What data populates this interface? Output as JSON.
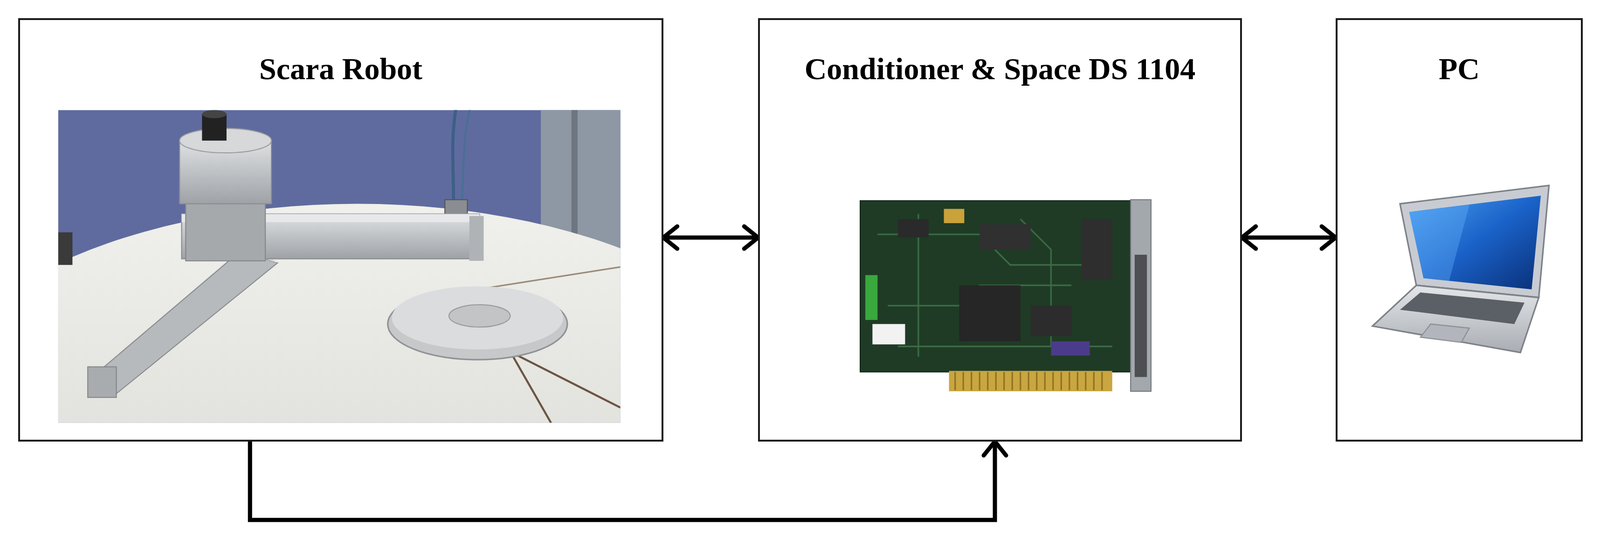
{
  "diagram": {
    "nodes": [
      {
        "text": [
          "Scara Robot"
        ]
      },
      {
        "text": [
          "Conditioner & Space DS 1104"
        ]
      },
      {
        "text": [
          "PC"
        ]
      }
    ],
    "edges": [
      {
        "from": 0,
        "to": 1,
        "arrow": "both"
      },
      {
        "from": 1,
        "to": 2,
        "arrow": "both"
      },
      {
        "from": 0,
        "to": 1,
        "arrow": "to"
      }
    ]
  }
}
